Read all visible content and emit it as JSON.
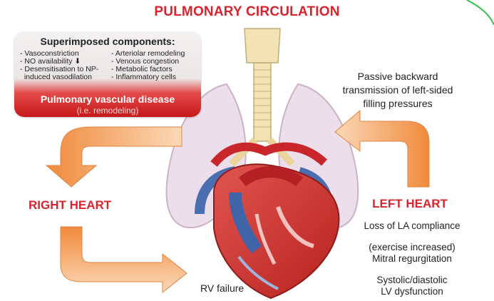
{
  "title": "PULMONARY CIRCULATION",
  "superimposed": {
    "title": "Superimposed components:",
    "left_items": [
      "- Vasoconstriction",
      "- NO availability ⬇",
      "- Desensitisation to NP-",
      "  induced vasodilation"
    ],
    "right_items": [
      "- Arteriolar remodeling",
      "- Venous congestion",
      "- Metabolic factors",
      "- Inflammatory cells"
    ],
    "disease_label": "Pulmonary vascular disease",
    "disease_sub": "(i.e. remodeling)"
  },
  "passive_lines": [
    "Passive backward",
    "transmission of left-sided",
    "filling pressures"
  ],
  "right_heart": "RIGHT HEART",
  "left_heart": {
    "label": "LEFT HEART",
    "items": [
      "Loss of LA compliance",
      "(exercise increased)",
      "Mitral regurgitation",
      "Systolic/diastolic",
      "LV dysfunction"
    ]
  },
  "rv_failure": "RV failure",
  "colors": {
    "accent_red": "#d9232d",
    "arrow_orange": "#f4a15a",
    "box_red": "#c81818"
  }
}
